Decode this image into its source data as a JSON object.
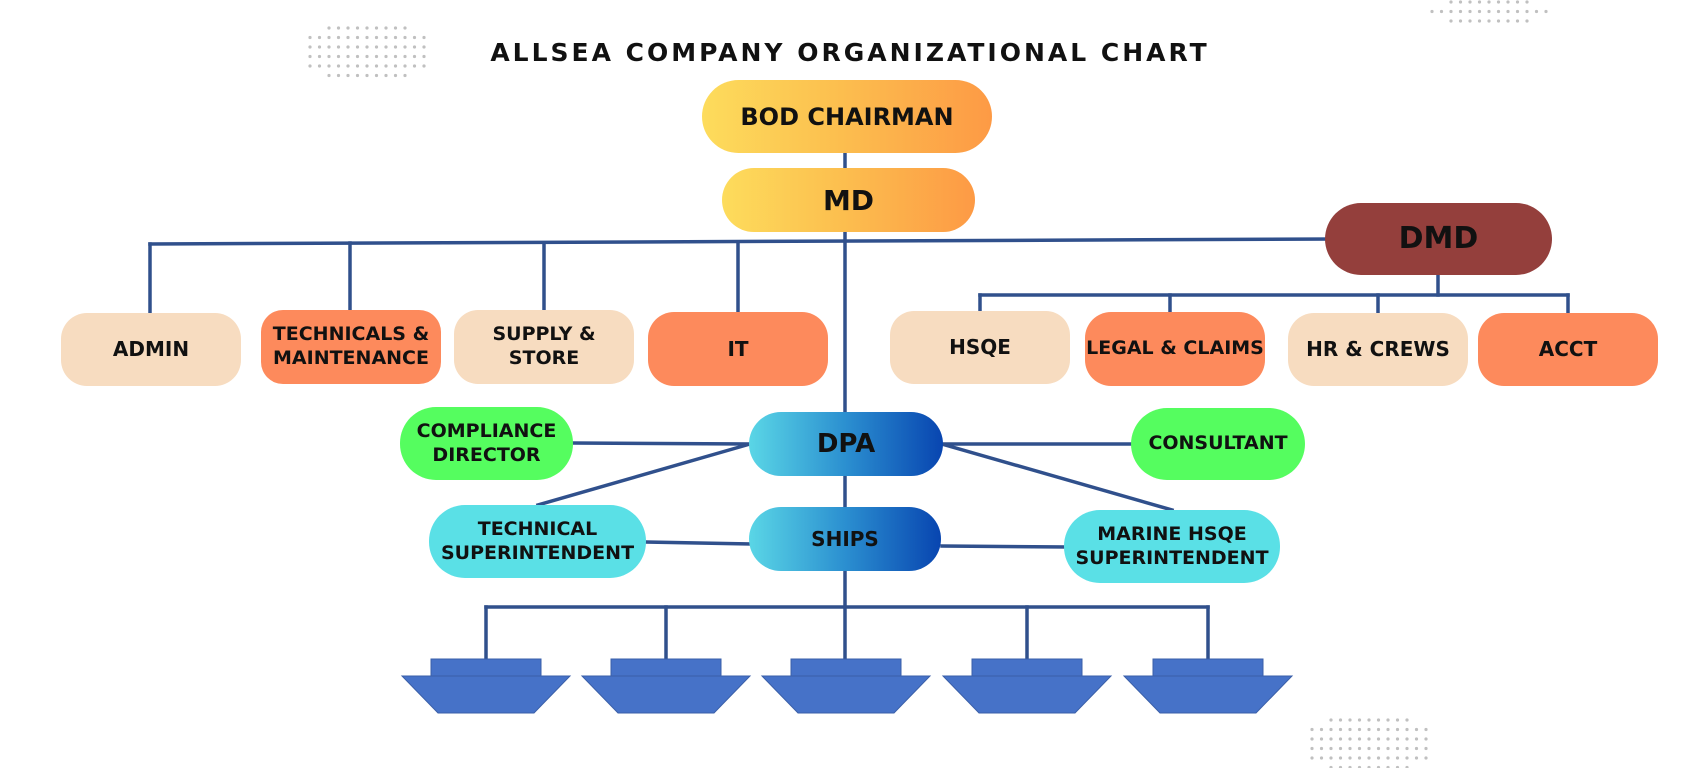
{
  "title": "ALLSEA COMPANY ORGANIZATIONAL CHART",
  "colors": {
    "connector": "#30508c",
    "ship": "#4672c8",
    "dots": "#c0c0c0"
  },
  "nodes": {
    "bod_chairman": "BOD CHAIRMAN",
    "md": "MD",
    "dmd": "DMD",
    "admin": "ADMIN",
    "technicals_line1": "TECHNICALS &",
    "technicals_line2": "MAINTENANCE",
    "supply_store": "SUPPLY & STORE",
    "it": "IT",
    "hsqe": "HSQE",
    "legal_claims": "LEGAL & CLAIMS",
    "hr_crews": "HR & CREWS",
    "acct": "ACCT",
    "compliance_line1": "COMPLIANCE",
    "compliance_line2": "DIRECTOR",
    "dpa": "DPA",
    "consultant": "CONSULTANT",
    "tech_super_line1": "TECHNICAL",
    "tech_super_line2": "SUPERINTENDENT",
    "ships": "SHIPS",
    "marine_line1": "MARINE HSQE",
    "marine_line2": "SUPERINTENDENT"
  },
  "ship_icons": [
    "ship-icon",
    "ship-icon",
    "ship-icon",
    "ship-icon",
    "ship-icon"
  ]
}
